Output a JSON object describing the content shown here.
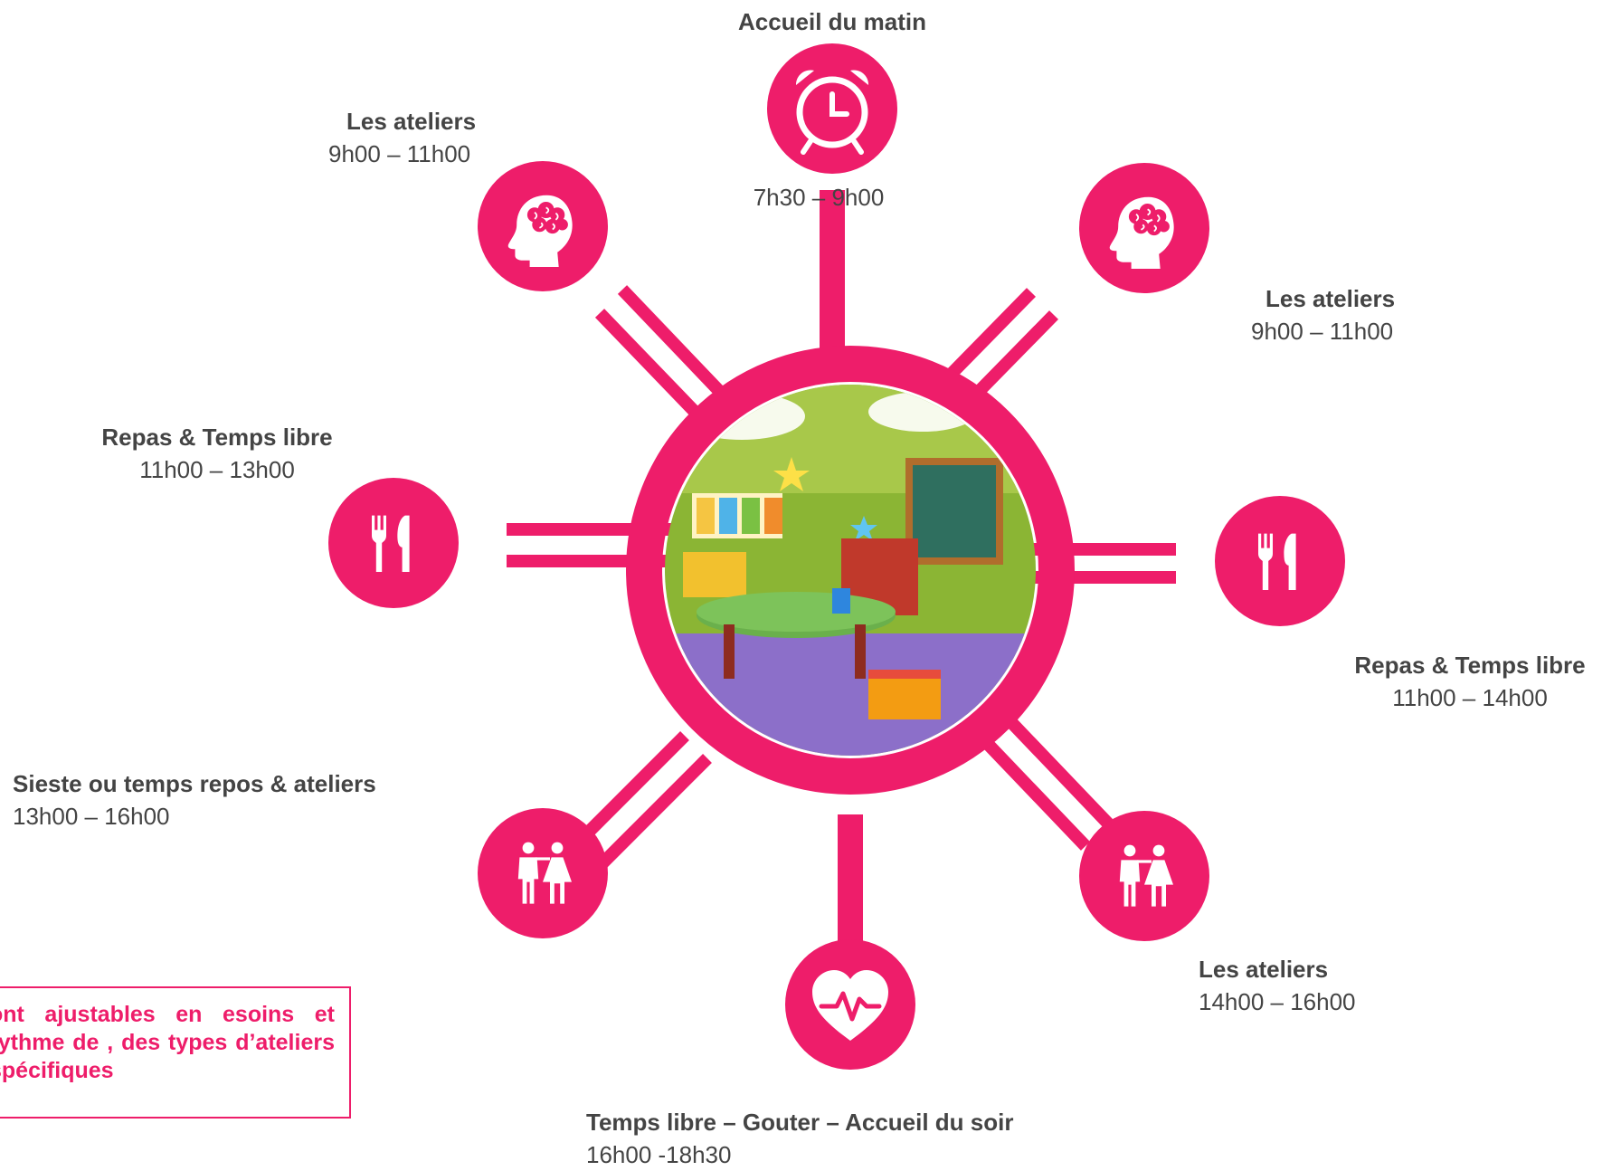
{
  "colors": {
    "accent": "#ee1d6a",
    "text": "#444444",
    "note_text": "#ee1d6a"
  },
  "center": {
    "image": "classroom-illustration"
  },
  "nodes": [
    {
      "title": "Accueil du matin",
      "time": "7h30 – 9h00",
      "icon": "alarm-clock-icon"
    },
    {
      "title": "Les ateliers",
      "time": "9h00 – 11h00",
      "icon": "brain-head-icon"
    },
    {
      "title": "Les ateliers",
      "time": "9h00 – 11h00",
      "icon": "brain-head-icon"
    },
    {
      "title": "Repas & Temps libre",
      "time": "11h00 – 13h00",
      "icon": "fork-knife-icon"
    },
    {
      "title": "Repas & Temps libre",
      "time": "11h00 – 14h00",
      "icon": "fork-knife-icon"
    },
    {
      "title": "Sieste ou temps repos & ateliers",
      "time": "13h00 – 16h00",
      "icon": "couple-icon"
    },
    {
      "title": "Les ateliers",
      "time": "14h00 – 16h00",
      "icon": "couple-icon"
    },
    {
      "title": "Temps libre – Gouter – Accueil du soir",
      "time": "16h00 -18h30",
      "icon": "heart-pulse-icon"
    }
  ],
  "note": {
    "text": "ont ajustables en esoins et rythme de , des types d’ateliers spécifiques"
  }
}
